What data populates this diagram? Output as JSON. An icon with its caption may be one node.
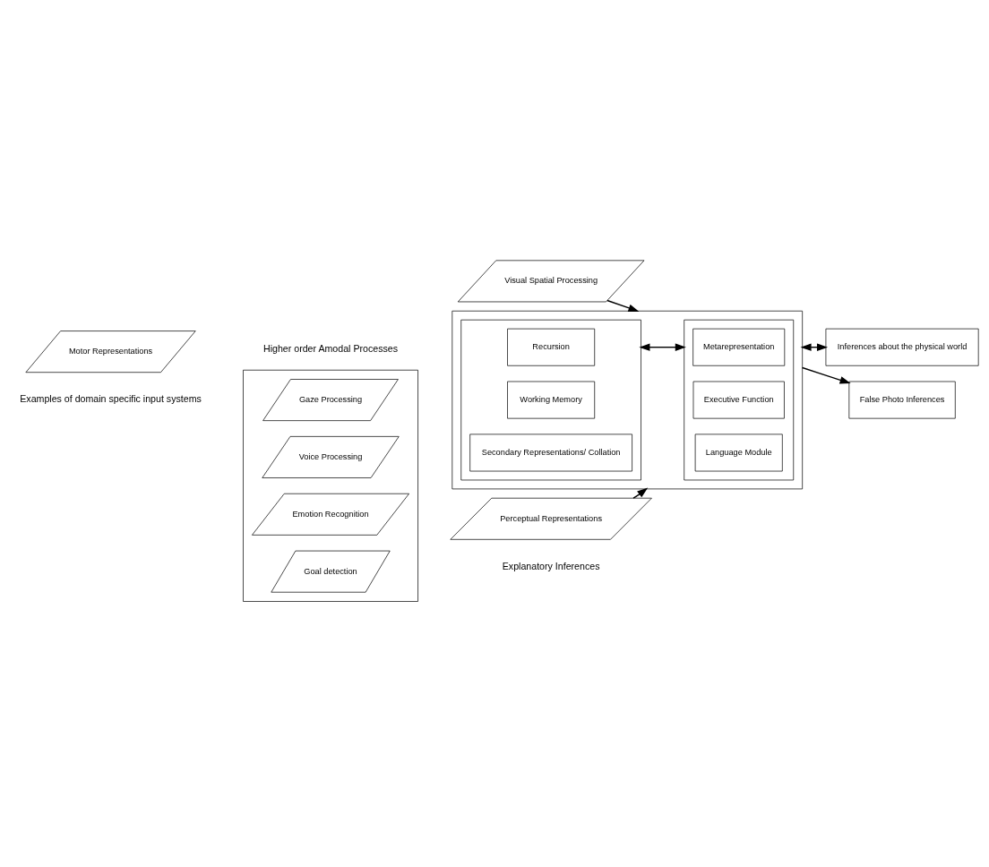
{
  "diagram": {
    "nodes": [
      {
        "text": [],
        "shape": "box"
      },
      {
        "text": [
          "Gaze Processing"
        ],
        "in": 0
      },
      {
        "text": [
          "Voice Processing"
        ],
        "in": 0
      },
      {
        "text": [
          "Emotion Recognition"
        ],
        "in": 0
      },
      {
        "text": [
          "Goal detection"
        ],
        "in": 0
      },
      {
        "text": [
          "Visual Spatial Processing"
        ]
      },
      {
        "text": [
          "Perceptual Representations"
        ]
      },
      {
        "text": [
          "Motor Representations"
        ]
      },
      {
        "text": [],
        "shape": "box"
      },
      {
        "text": [],
        "shape": "box",
        "in": 8
      },
      {
        "text": [
          "Working Memory"
        ],
        "in": 9
      },
      {
        "text": [
          "Recursion"
        ],
        "in": 9
      },
      {
        "text": [
          "Secondary Representations/ Collation"
        ],
        "in": 9
      },
      {
        "text": [],
        "shape": "box",
        "in": 8
      },
      {
        "text": [
          "Executive Function"
        ],
        "in": 13
      },
      {
        "text": [
          "Metarepresentation"
        ],
        "in": 13
      },
      {
        "text": [
          "Language Module"
        ],
        "in": 13
      },
      {
        "text": [
          "False Photo Inferences"
        ]
      },
      {
        "text": [
          "Inferences about the physical world"
        ]
      }
    ],
    "edges": [
      {
        "from": 5,
        "to": 8,
        "arrow": "to"
      },
      {
        "from": 6,
        "to": 8,
        "arrow": "to"
      },
      {
        "from": 9,
        "to": 13,
        "arrow": "both"
      },
      {
        "from": 8,
        "to": 17,
        "arrow": "to"
      },
      {
        "from": 8,
        "to": 18,
        "arrow": "both"
      }
    ],
    "labels": [
      "Examples of domain specific input systems",
      "Higher order Amodal Processes",
      "Explanatory Inferences"
    ]
  }
}
